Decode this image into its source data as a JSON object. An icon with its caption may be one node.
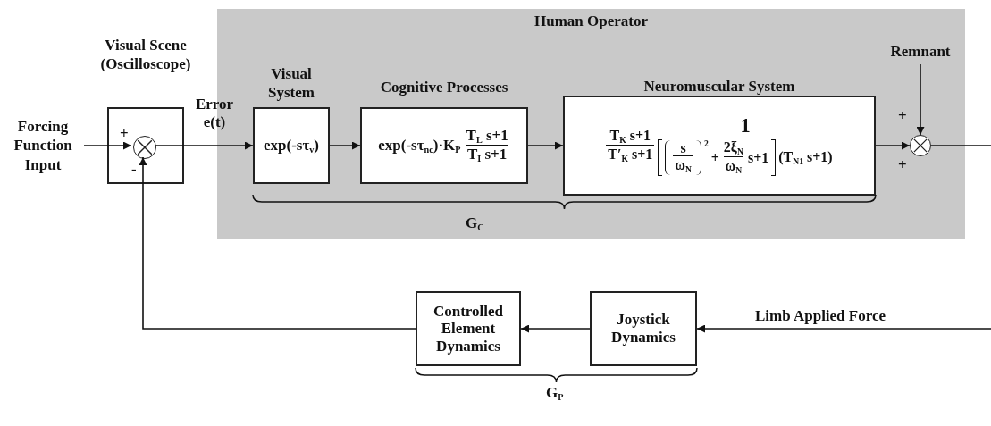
{
  "diagram": {
    "nodes": [
      {
        "text": [
          "Human Operator"
        ]
      },
      {
        "text": [
          "Forcing Function Input"
        ]
      },
      {
        "text": [
          "Visual Scene (Oscilloscope)"
        ]
      },
      {
        "text": [],
        "shape": "circle",
        "in": 2
      },
      {
        "text": [
          "Visual System",
          "exp(-sτ$_{v}$)"
        ],
        "in": 0
      },
      {
        "text": [
          "Cognitive Processes",
          "exp(-sτ$_{nc}$)·K$_{P}$",
          "T$_{L}$ s+1",
          "T$_{I}$ s+1"
        ],
        "in": 0
      },
      {
        "text": [
          "Neuromuscular System",
          "T$_{K}$ s+1",
          "T′$_{K}$ s+1",
          "1",
          "s",
          "ω$_{N}$",
          "2",
          "+",
          "2ξ$_{N}$",
          "ω$_{N}$",
          "s+1",
          "(T$_{N1}$ s+1)"
        ],
        "in": 0
      },
      {
        "text": [
          "Remnant"
        ],
        "in": 0
      },
      {
        "text": [],
        "shape": "circle",
        "in": 0
      },
      {
        "text": [
          "Controlled Element Dynamics"
        ]
      },
      {
        "text": [
          "Joystick Dynamics"
        ]
      }
    ],
    "edges": [
      {
        "from": 1,
        "to": 3,
        "arrow": "to"
      },
      {
        "from": 3,
        "to": 4,
        "arrow": "to",
        "label": "Error e(t)"
      },
      {
        "from": 4,
        "to": 5,
        "arrow": "to"
      },
      {
        "from": 5,
        "to": 6,
        "arrow": "to"
      },
      {
        "from": 6,
        "to": 8,
        "arrow": "to"
      },
      {
        "from": 7,
        "to": 8,
        "arrow": "to"
      },
      {
        "from": 8,
        "to": null,
        "arrow": "none"
      },
      {
        "from": null,
        "to": 10,
        "arrow": "to",
        "label": "Limb Applied Force"
      },
      {
        "from": 10,
        "to": 9,
        "arrow": "to"
      },
      {
        "from": 9,
        "to": 3,
        "arrow": "to"
      }
    ],
    "labels": [
      "+",
      "-",
      "+",
      "+",
      "G$_{C}$",
      "G$_{P}$"
    ]
  }
}
